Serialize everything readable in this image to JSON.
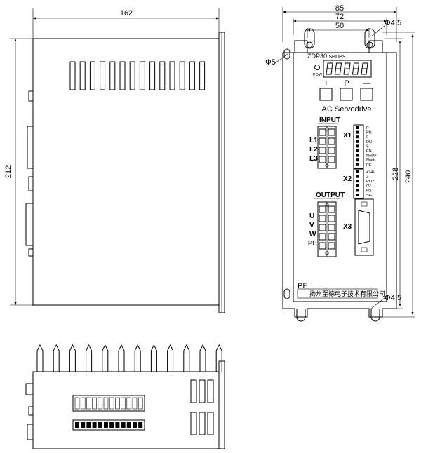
{
  "side_view": {
    "width_dim": "162",
    "height_dim": "212"
  },
  "front_view": {
    "width_outer": "85",
    "width_mid": "72",
    "width_inner": "50",
    "hole_top": "Φ4.5",
    "hole_left": "Φ5",
    "hole_bottom": "Φ4.5",
    "height_inner": "228",
    "height_outer": "240",
    "series": "ZDP30 series",
    "pow_label": "POW",
    "btn_plus": "+",
    "btn_p": "P",
    "btn_minus": "—",
    "product_name": "AC Servodrive",
    "input_title": "INPUT",
    "input_pins": [
      "L1",
      "L2",
      "L3"
    ],
    "x1_label": "X1",
    "x1_pins": [
      "P",
      "PN",
      "0",
      "DN",
      "S",
      "EN",
      "Noet+",
      "Noet-",
      "PE"
    ],
    "x2_label": "X2",
    "x2_pins": [
      "+24V",
      "Z",
      "RDY",
      "0V",
      "RST",
      "SG"
    ],
    "output_title": "OUTPUT",
    "output_pins": [
      "U",
      "V",
      "W",
      "PE"
    ],
    "x3_label": "X3",
    "pe_label": "PE",
    "company": "扬州至德电子技术有限公司"
  }
}
